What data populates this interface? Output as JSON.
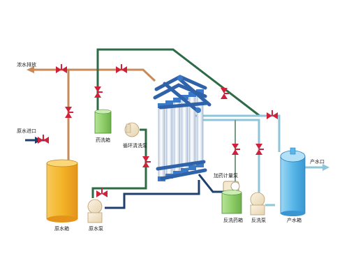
{
  "labels": {
    "concentrate_discharge": "浓水排放",
    "raw_water_inlet": "原水进口",
    "raw_water_tank": "原水箱",
    "chemical_wash_tank": "药洗箱",
    "circulating_wash_pump": "循环清洗泵",
    "dosing_metering_pump": "加药计量泵",
    "backwash_chemical_tank": "反洗药箱",
    "backwash_pump": "反洗泵",
    "product_water_tank": "产水箱",
    "product_water_outlet": "产水口",
    "feed_pump": "原水泵"
  },
  "colors": {
    "concentrate_line": "#c98a5a",
    "green_line": "#2d6a45",
    "navy_line": "#1f3f6e",
    "product_line": "#8ec5db",
    "valve": "#d0213a",
    "raw_tank_fill": "#f3b428",
    "chemical_tank_fill": "#8fcf6a",
    "product_tank_fill": "#5ab7e8",
    "pump_fill": "#f5e9cf",
    "membrane_blue": "#3a79c8",
    "dosing_pump_fill": "#f4ead2"
  }
}
